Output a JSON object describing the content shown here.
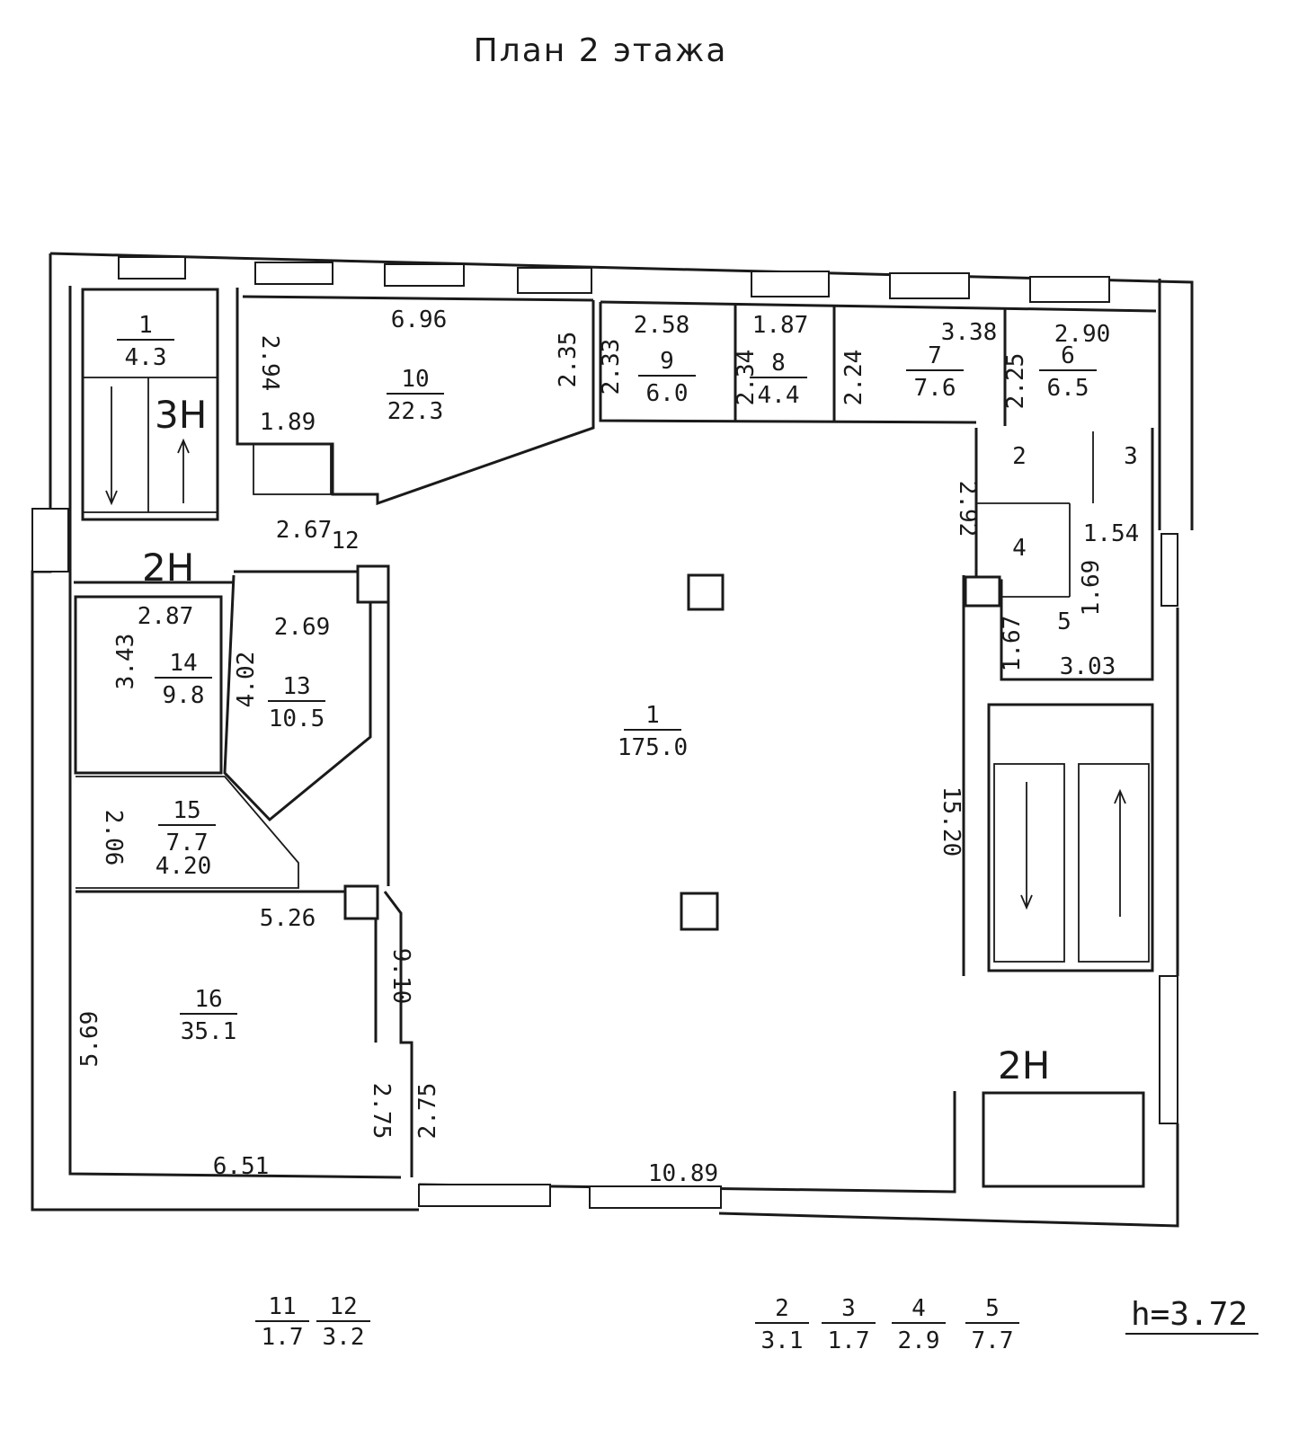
{
  "title": "План 2 этажа",
  "height_note": "h=3.72",
  "stair_labels": [
    "3Н",
    "2Н",
    "2Н"
  ],
  "rooms": [
    {
      "num": "1",
      "area": "4.3"
    },
    {
      "num": "10",
      "area": "22.3"
    },
    {
      "num": "9",
      "area": "6.0"
    },
    {
      "num": "8",
      "area": "4.4"
    },
    {
      "num": "7",
      "area": "7.6"
    },
    {
      "num": "6",
      "area": "6.5"
    },
    {
      "num": "2",
      "area": ""
    },
    {
      "num": "3",
      "area": ""
    },
    {
      "num": "4",
      "area": ""
    },
    {
      "num": "5",
      "area": ""
    },
    {
      "num": "14",
      "area": "9.8"
    },
    {
      "num": "13",
      "area": "10.5"
    },
    {
      "num": "1",
      "area": "175.0"
    },
    {
      "num": "15",
      "area": "7.7"
    },
    {
      "num": "16",
      "area": "35.1"
    },
    {
      "num": "12",
      "area": ""
    }
  ],
  "dimensions": [
    "6.96",
    "2.94",
    "1.89",
    "2.35",
    "2.58",
    "2.33",
    "1.87",
    "2.34",
    "3.38",
    "2.24",
    "2.90",
    "2.25",
    "2.92",
    "1.54",
    "1.69",
    "1.67",
    "3.03",
    "2.67",
    "2.87",
    "3.43",
    "2.69",
    "4.02",
    "15.20",
    "2.06",
    "4.20",
    "5.26",
    "9.10",
    "5.69",
    "2.75",
    "2.75",
    "6.51",
    "10.89"
  ],
  "legend_left": [
    {
      "num": "11",
      "area": "1.7"
    },
    {
      "num": "12",
      "area": "3.2"
    }
  ],
  "legend_right": [
    {
      "num": "2",
      "area": "3.1"
    },
    {
      "num": "3",
      "area": "1.7"
    },
    {
      "num": "4",
      "area": "2.9"
    },
    {
      "num": "5",
      "area": "7.7"
    }
  ]
}
